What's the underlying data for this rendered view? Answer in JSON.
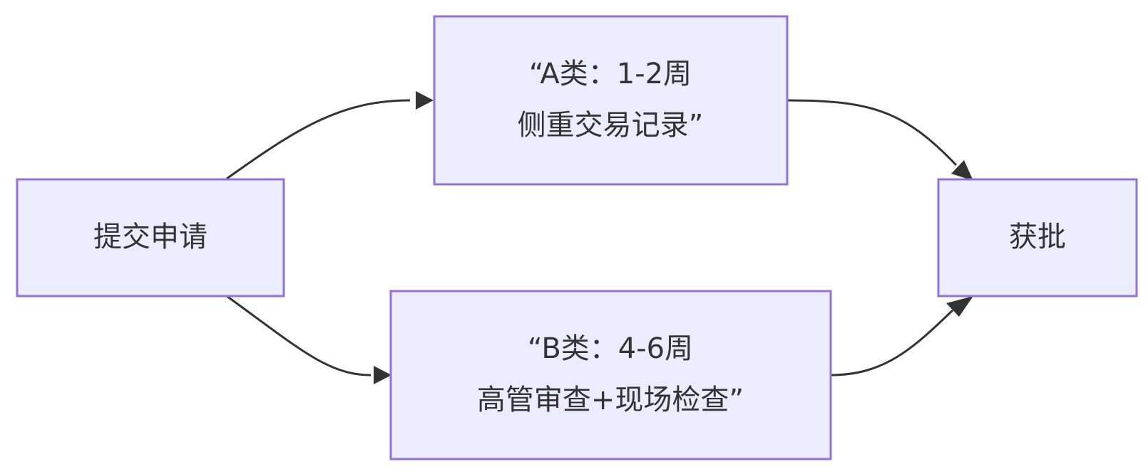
{
  "diagram": {
    "nodes": [
      {
        "id": "submit",
        "lines": [
          "提交申请"
        ]
      },
      {
        "id": "type_a",
        "lines": [
          "“A类：1-2周",
          "侧重交易记录”"
        ]
      },
      {
        "id": "type_b",
        "lines": [
          "“B类：4-6周",
          "高管审查+现场检查”"
        ]
      },
      {
        "id": "approved",
        "lines": [
          "获批"
        ]
      }
    ],
    "edges": [
      {
        "from": "submit",
        "to": "type_a"
      },
      {
        "from": "submit",
        "to": "type_b"
      },
      {
        "from": "type_a",
        "to": "approved"
      },
      {
        "from": "type_b",
        "to": "approved"
      }
    ],
    "colors": {
      "node_fill": "#ececff",
      "node_border": "#9370db",
      "edge": "#333333",
      "text": "#333333"
    }
  }
}
